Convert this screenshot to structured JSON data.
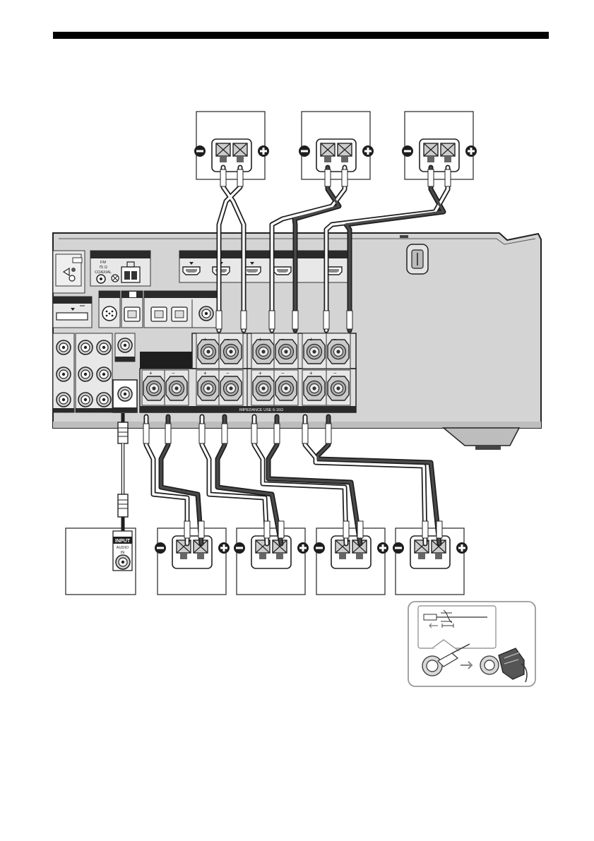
{
  "header": {
    "bar_color": "#000000"
  },
  "receiver": {
    "fm_label_lines": [
      "FM",
      "75 Ω",
      "COAXIAL"
    ],
    "impedance_label": "IMPEDANCE USE 6-16Ω"
  },
  "subwoofer": {
    "input_label": "INPUT",
    "audio_label": "AUDIO",
    "in_label": "IN"
  },
  "terminal_signs": {
    "plus": "+",
    "minus": "−"
  },
  "colors": {
    "panel": "#d4d4d4",
    "panel_dark": "#2a2a2a",
    "cable_dark": "#1e1e1e",
    "cable_light": "#ffffff",
    "box_border": "#444444",
    "inset_border": "#9a9a9a"
  }
}
